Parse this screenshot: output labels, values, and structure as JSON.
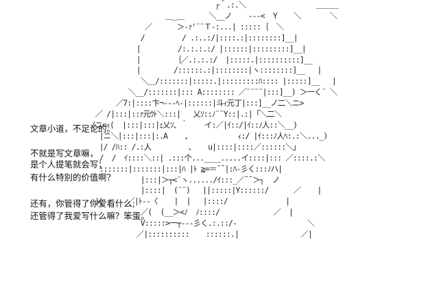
{
  "dialogue": [
    "文章小道，不足论的。",
    "不就是写文章嘛，",
    "是个人提笔就会写；",
    "有什么特别的价值啊？",
    "还有，你管得了你爱看什么;",
    "还管得了我爱写什么嘛？笨蛋。"
  ],
  "ascii_art": "                                                    ┌＾.:.＼                 ＿＿＿\n                                        ＿_＿      ＼__ノ    ---<  Y    ＼       ＼\n                                   ／      ＞-ｧ'¨¨Ｔ‐:...| :::::｛  ＼\n                                  /         / .:..:/|::::.:|::::::::]__|\n                                 |         /:.:.:.:/ |::::::|:::::::::]__|\n                                 |        ｛／.:.:.:/  |:::::.|::::::::::]__\n                                 |        /::::::.:|::::::::|ヽ::::::::]__   |\n                                  ＼＿/:::::::|:::::.|:::::::::ﾊ:::: |:::::]__   |\n                               ＼__/:::::::|::: A:::::::: ／¨¨¨¨|:::]__) ＞一く¨ ＼\n                            ／7:|::::卞¬--‐ﾍ‐|::::::|斗ｨ元丁|:::]__ノ二＼ニ>\n                       ／ /|:::|::ｧ元ｳﾄ＼:::|   乂ｿ::ﾉ¨¨Y::|.:|「＼二＼\n                      /ニ=ｨ(  |:::|:::|ｪ乂ｿ、｀    イ:／|ｲ::/|ｲ::ﾉ人::＼__)\n                        |ニ＼|:::|:::|:.A    ,            ｨ:/ |ｲ:::ﾉ人ﾍ:.:＼..._)\n                        |/ /ﾊ:: /.:人         、   u|::::|::::／::::::＼」\n                        /  /  ｲ::::＼::| .:::个...____.....イ::::|::: ／::::.:＼\n                        :::::::|:::::::|:::|ﾊ |ﾄ ≧=＝¯¯|:ﾊ-彡く:::ﾉハ|\n                                  |:::|＞┬<¨ヽ....../ｲ:::_／¯¯＞┐  ノ\n                                  |::::|  (¨¨)   ||:::::|Y::::::/      ／    |\n                       乂      ／|ﾄ--〈    |  |   |::::/              |\n                                  ／(  (__＞<ﾉ  ﾉ::::/             ／  |\n                                  V:::::>一┬‐--彡く.:.::/-                 ＼\n                                 ／|::::::::::    ::::::.|               ／|"
}
